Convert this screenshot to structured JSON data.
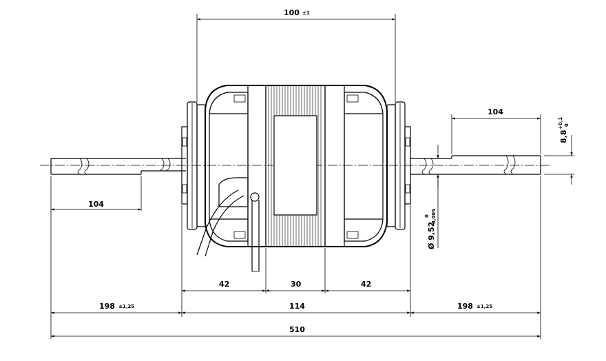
{
  "dimensions": {
    "top_width": {
      "value": "100",
      "tol": "±1"
    },
    "left_shaft_flat": {
      "value": "104"
    },
    "right_shaft_flat": {
      "value": "104"
    },
    "flat_height": {
      "value": "8,8",
      "tol_upper": "+0,1",
      "tol_lower": "0"
    },
    "shaft_diameter": {
      "value": "Ø 9,52",
      "tol_upper": "0",
      "tol_lower": "-0,005"
    },
    "seg_left": {
      "value": "42"
    },
    "seg_mid": {
      "value": "30"
    },
    "seg_right": {
      "value": "42"
    },
    "left_shaft": {
      "value": "198",
      "tol": "±1,25"
    },
    "body": {
      "value": "114"
    },
    "right_shaft": {
      "value": "198",
      "tol": "±1,25"
    },
    "overall": {
      "value": "510"
    }
  }
}
